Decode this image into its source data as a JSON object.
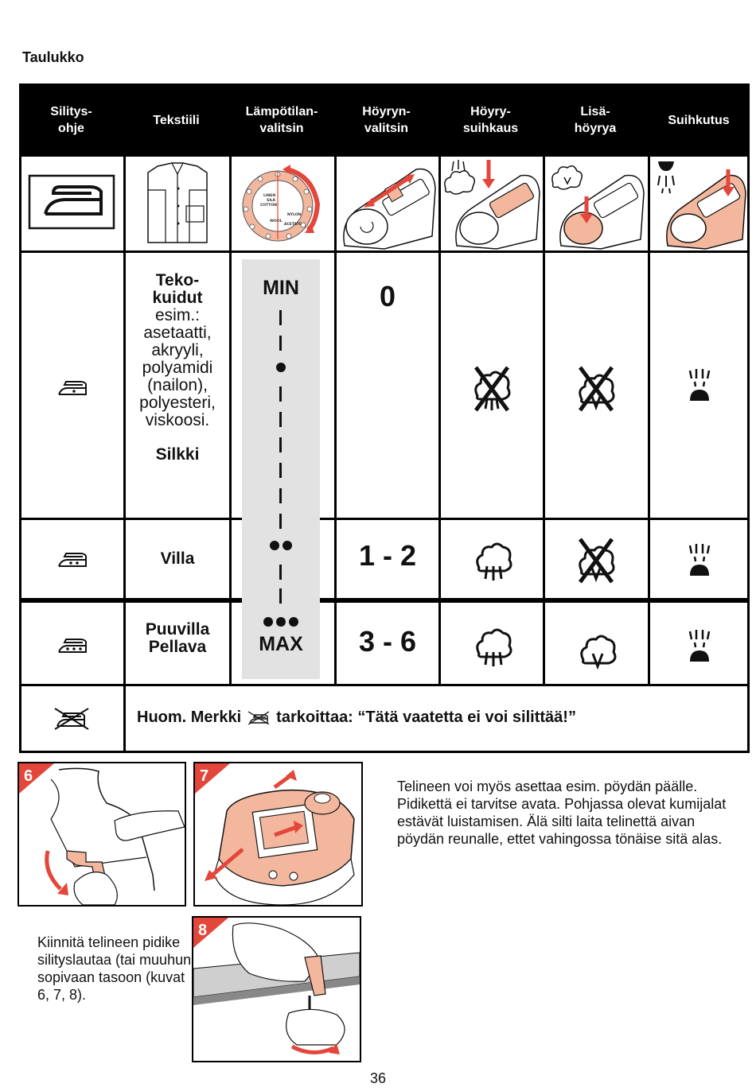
{
  "page_title": "Taulukko",
  "table": {
    "headers": [
      "Silitys-\nohje",
      "Tekstiili",
      "Lämpötilan-\nvalitsin",
      "Höyryn-\nvalitsin",
      "Höyry-\nsuihkaus",
      "Lisä-\nhöyrya",
      "Suihkutus"
    ],
    "rows": [
      {
        "textile_bold": "Teko-\nkuidut",
        "textile_examples": "esim.:\nasetaatti,\nakryyli,\npolyamidi\n(nailon),\npolyesteri,\nviskoosi.",
        "textile_bold2": "Silkki",
        "steam_value": "0"
      },
      {
        "textile_bold": "Villa",
        "steam_value": "1 - 2"
      },
      {
        "textile_bold": "Puuvilla\nPellava",
        "steam_value": "3 - 6"
      }
    ],
    "dial": {
      "min_label": "MIN",
      "max_label": "MAX"
    },
    "dial_graphic_labels": [
      "LINEN",
      "SILK",
      "COTTON",
      "WOOL",
      "NYLON",
      "ACETATE"
    ],
    "note": {
      "prefix": "Huom. Merkki",
      "suffix": "tarkoittaa: “Tätä vaatetta ei voi silittää!”"
    }
  },
  "figures": [
    "6",
    "7",
    "8"
  ],
  "text_right": "Telineen voi myös asettaa esim. pöydän päälle. Pidikettä ei tarvitse avata. Pohjassa olevat kumijalat estävät luistamisen. Älä silti laita telinettä aivan pöydän reunalle, ettet vahingossa tönäise sitä alas.",
  "text_left": "Kiinnitä telineen pidike silityslautaa (tai muuhun sopivaan tasoon (kuvat 6, 7, 8).",
  "page_number": "36",
  "colors": {
    "accent_red": "#e3463a",
    "salmon": "#f3b79e",
    "bar_gray": "#e2e2e2"
  }
}
